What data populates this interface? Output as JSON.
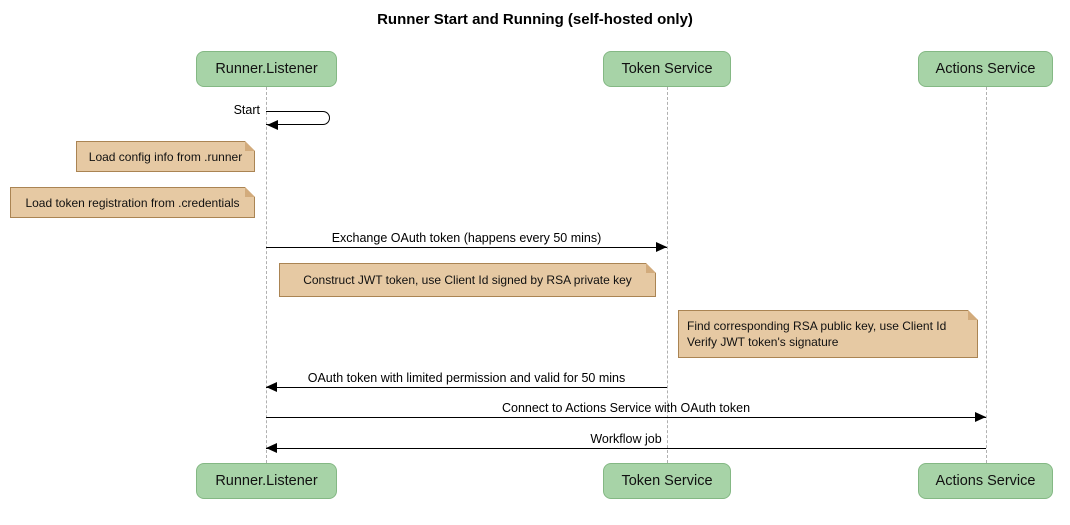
{
  "diagram": {
    "title": "Runner Start and Running (self-hosted only)"
  },
  "actors": [
    {
      "label": "Runner.Listener"
    },
    {
      "label": "Token Service"
    },
    {
      "label": "Actions Service"
    }
  ],
  "messages": [
    {
      "label": "Start",
      "from": "Runner.Listener",
      "to": "Runner.Listener",
      "kind": "self"
    },
    {
      "label": "Exchange OAuth token (happens every 50 mins)",
      "from": "Runner.Listener",
      "to": "Token Service",
      "kind": "solid"
    },
    {
      "label": "OAuth token with limited permission and valid for 50 mins",
      "from": "Token Service",
      "to": "Runner.Listener",
      "kind": "solid"
    },
    {
      "label": "Connect to Actions Service with OAuth token",
      "from": "Runner.Listener",
      "to": "Actions Service",
      "kind": "solid"
    },
    {
      "label": "Workflow job",
      "from": "Actions Service",
      "to": "Runner.Listener",
      "kind": "solid"
    }
  ],
  "notes": [
    {
      "label": "Load config info from .runner",
      "position": "left of Runner.Listener"
    },
    {
      "label": "Load token registration from .credentials",
      "position": "left of Runner.Listener"
    },
    {
      "label": "Construct JWT token, use Client Id signed by RSA private key",
      "position": "over Runner.Listener and Token Service"
    },
    {
      "lines": [
        "Find corresponding RSA public key, use Client Id",
        "Verify JWT token's signature"
      ],
      "position": "right of Token Service"
    }
  ],
  "colors": {
    "actor_fill": "#a7d3a7",
    "actor_border": "#84b884",
    "note_fill": "#e6c9a3",
    "note_border": "#aa8453",
    "lifeline": "#b0b0b0",
    "message_line": "#000000",
    "background": "#ffffff"
  }
}
